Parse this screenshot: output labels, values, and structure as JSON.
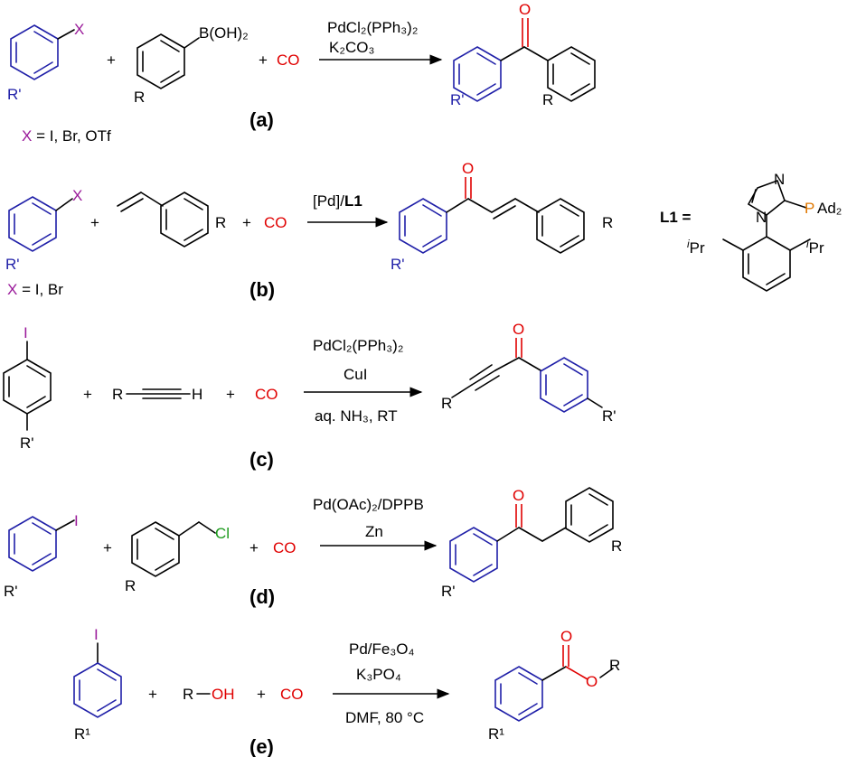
{
  "colors": {
    "ring_blue": "#1f1fa8",
    "co_red": "#e00000",
    "halide_purple": "#9a1a9a",
    "phosphorus_orange": "#e07800"
  },
  "common": {
    "plus": "+",
    "co": "CO",
    "r": "R",
    "r_prime": "R'",
    "ad2": "Ad₂",
    "ipr": "Pr",
    "ipr_prefix": "i"
  },
  "a": {
    "label": "(a)",
    "x_sub": "X",
    "boronic": "B(OH)₂",
    "reagent_top": "PdCl₂(PPh₃)₂",
    "reagent_bottom": "K₂CO₃",
    "x_eq_prefix": "X",
    "x_eq_rest": " = I, Br, OTf",
    "o": "O"
  },
  "b": {
    "label": "(b)",
    "x_sub": "X",
    "reagent_pd": "[Pd]/",
    "reagent_l1": "L1",
    "x_eq_prefix": "X",
    "x_eq_rest": " = I, Br",
    "o": "O",
    "l1_label": "L1 =",
    "n": "N",
    "n1": "N",
    "p": "P"
  },
  "c": {
    "label": "(c)",
    "i": "I",
    "h": "H",
    "reagent_top": "PdCl₂(PPh₃)₂",
    "reagent_mid": "CuI",
    "reagent_bottom": "aq. NH₃, RT",
    "o": "O"
  },
  "d": {
    "label": "(d)",
    "i": "I",
    "cl": "Cl",
    "reagent_top": "Pd(OAc)₂/DPPB",
    "reagent_bottom": "Zn",
    "o": "O"
  },
  "e": {
    "label": "(e)",
    "i": "I",
    "roh_r": "R",
    "roh_oh": "OH",
    "reagent_top": "Pd/Fe₃O₄",
    "reagent_mid": "K₃PO₄",
    "reagent_bottom": "DMF, 80 °C",
    "o_carbonyl": "O",
    "o_ester": "O",
    "r1": "R¹"
  }
}
